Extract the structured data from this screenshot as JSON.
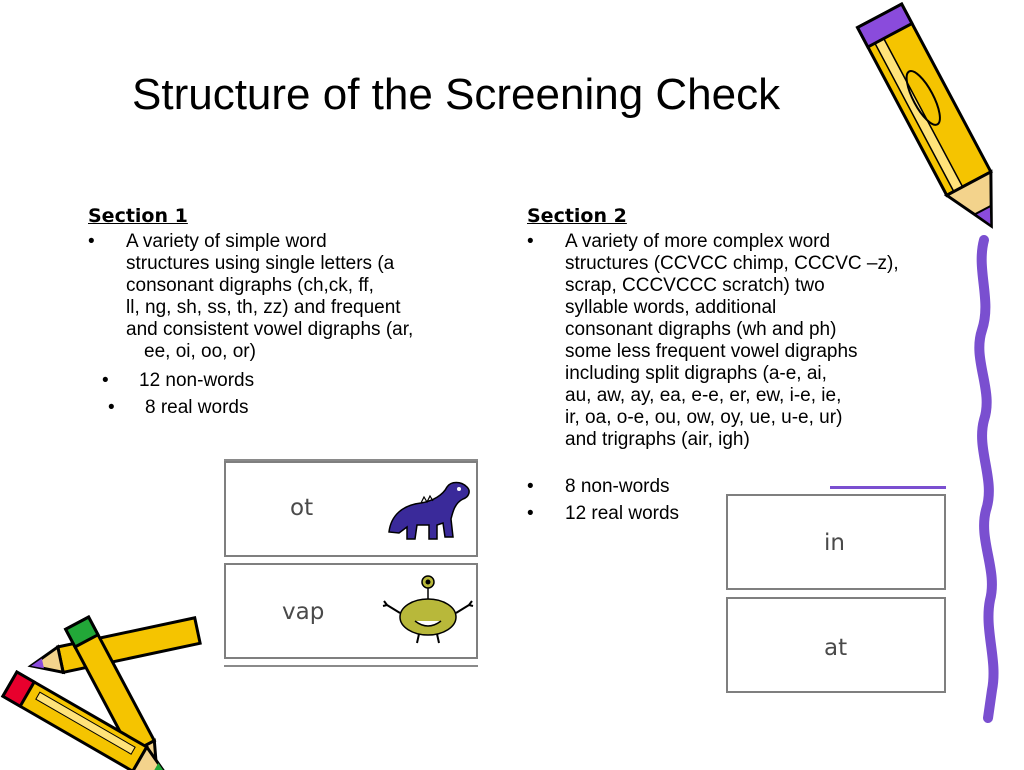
{
  "title": "Structure of the Screening Check",
  "section1": {
    "heading": "Section 1",
    "description_lines": [
      "A variety of simple word",
      "structures using single letters (a",
      "consonant digraphs (ch,ck, ff,",
      "ll, ng, sh, ss, th, zz) and frequent",
      "and consistent vowel digraphs (ar,",
      "ee, oi, oo, or)"
    ],
    "non_words": "12 non-words",
    "real_words": "8 real words",
    "example_words": [
      "ot",
      "vap"
    ]
  },
  "section2": {
    "heading": "Section 2",
    "description_lines": [
      "A variety of more complex word",
      "structures (CCVCC chimp, CCCVC –z),",
      "scrap, CCCVCCC scratch) two",
      "syllable words, additional",
      "consonant digraphs (wh and ph)",
      "some less frequent vowel digraphs",
      "including split digraphs (a-e, ai,",
      "au, aw, ay, ea, e-e, er, ew, i-e, ie,",
      "ir, oa, o-e, ou, ow, oy, ue, u-e, ur)",
      "and trigraphs (air, igh)"
    ],
    "non_words": "8 non-words",
    "real_words": "12 real words",
    "example_words": [
      "in",
      "at"
    ]
  },
  "bullet": "•",
  "colors": {
    "pencil_body": "#f5c400",
    "pencil_outline": "#000000",
    "pencil_accent": "#8a4bdc",
    "pencil_tip": "#e8002d",
    "pencil_green": "#22a838",
    "monster_blue": "#3a2a9a",
    "monster_olive": "#b8b83a"
  },
  "decorations": [
    "pencil-icon",
    "pencil-group-icon",
    "monster-icon"
  ]
}
